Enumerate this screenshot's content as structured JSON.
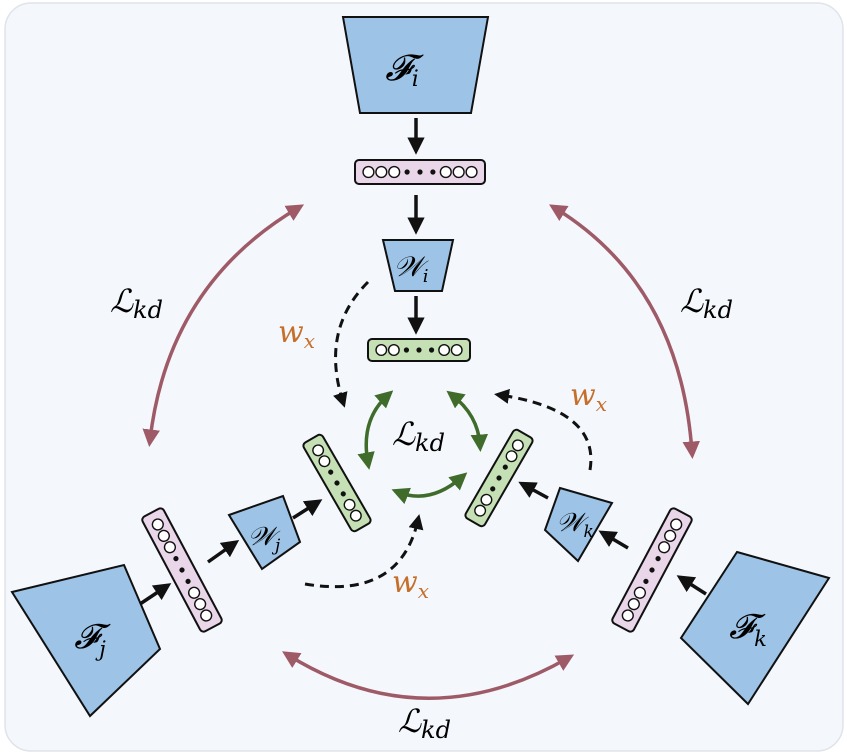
{
  "colors": {
    "background": "#f4f7fb",
    "border": "#dfe3ea",
    "block_fill": "#9dc3e6",
    "block_stroke": "#111111",
    "feature_pink": "#e9d6e8",
    "feature_green": "#c5e0b4",
    "arc_kd_outer": "#9e5a67",
    "arc_kd_inner": "#3f6b2b",
    "weight_text": "#c56f2b",
    "arrow": "#111111"
  },
  "encoders": {
    "i": {
      "letter": "𝓕",
      "sub": "i"
    },
    "j": {
      "letter": "𝓕",
      "sub": "j"
    },
    "k": {
      "letter": "𝓕",
      "sub": "k"
    }
  },
  "projectors": {
    "i": {
      "letter": "𝒲",
      "sub": "i"
    },
    "j": {
      "letter": "𝒲",
      "sub": "j"
    },
    "k": {
      "letter": "𝒲",
      "sub": "k"
    }
  },
  "loss_labels": {
    "left": {
      "letter": "ℒ",
      "sub": "kd"
    },
    "right": {
      "letter": "ℒ",
      "sub": "kd"
    },
    "bottom": {
      "letter": "ℒ",
      "sub": "kd"
    },
    "center": {
      "letter": "ℒ",
      "sub": "kd"
    }
  },
  "weight_labels": {
    "top_left": {
      "letter": "w",
      "sub": "x"
    },
    "right": {
      "letter": "w",
      "sub": "x"
    },
    "bottom": {
      "letter": "w",
      "sub": "x"
    }
  }
}
